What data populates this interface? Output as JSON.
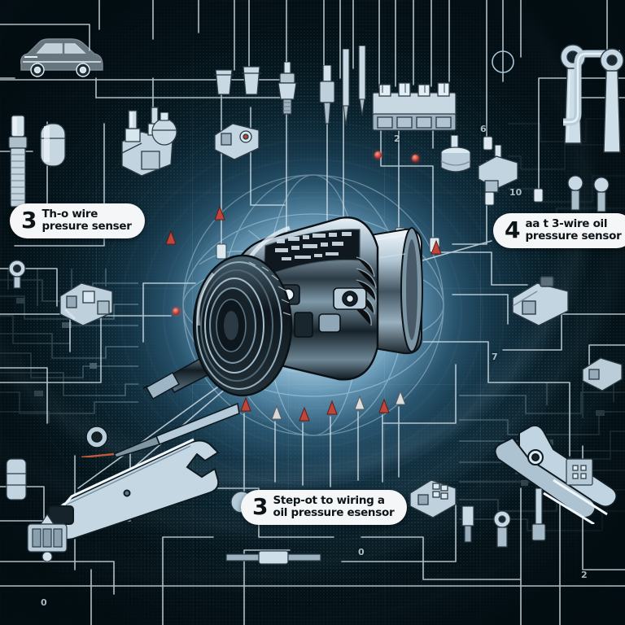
{
  "illustration": {
    "title_alt": "Automotive oil pressure sensor wiring infographic",
    "style": "technical diagram, dark teal background with radial glow"
  },
  "palette": {
    "background_dark": "#061a21",
    "background_deep": "#04141a",
    "glow_center": "#e2f2ff",
    "glow_mid": "#7ba6c6",
    "accent_blue": "#bad9ee",
    "chrome_light": "#dbe7ef",
    "chrome_mid": "#8fa9ba",
    "chrome_dark": "#1d2b33",
    "label_bg": "#f4f6f8",
    "label_text": "#0d1418",
    "indicator_red": "#b2322a",
    "wire_line": "#cdd9e0"
  },
  "callouts": [
    {
      "id": "callout-left",
      "number": "3",
      "line1": "Th-o wire",
      "line2": "presure senser"
    },
    {
      "id": "callout-right",
      "number": "4",
      "line1": "aa t 3-wire oil",
      "line2": "pressure sensor"
    },
    {
      "id": "callout-bottom",
      "number": "3",
      "line1": "Step-ot to wiring a",
      "line2": "oil pressure esensor"
    }
  ],
  "markers": [
    {
      "id": "marker-2-top",
      "label": "2"
    },
    {
      "id": "marker-6-top",
      "label": "6"
    },
    {
      "id": "marker-10-right",
      "label": "10"
    },
    {
      "id": "marker-7-right",
      "label": "7"
    },
    {
      "id": "marker-0-bottom",
      "label": "0"
    },
    {
      "id": "marker-2-bottom",
      "label": "2"
    },
    {
      "id": "marker-0-bottomleft",
      "label": "0"
    }
  ],
  "parts": {
    "car": "vehicle-silhouette",
    "central": "electric-motor-sensor-assembly",
    "tools": [
      "adjustable-wrench",
      "pliers",
      "hex-key",
      "ring-spanner",
      "ratchet-wrench"
    ],
    "sensors": [
      "threaded-oil-pressure-sensor",
      "cylindrical-sensor-canister",
      "connector-block-4-way",
      "bulb-float-sensor",
      "rectangular-pressure-switch",
      "inline-splice-connector",
      "spade-terminal",
      "ring-terminal",
      "relay-module",
      "fuse-box-assembly"
    ]
  }
}
